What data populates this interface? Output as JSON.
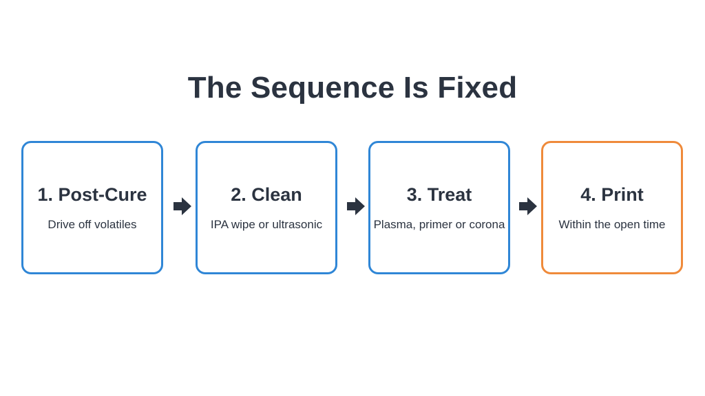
{
  "title": "The Sequence Is Fixed",
  "steps": [
    {
      "title": "1. Post-Cure",
      "description": "Drive off volatiles"
    },
    {
      "title": "2. Clean",
      "description": "IPA wipe or ultrasonic"
    },
    {
      "title": "3. Treat",
      "description": "Plasma, primer or corona"
    },
    {
      "title": "4. Print",
      "description": "Within the open time"
    }
  ],
  "colors": {
    "step_border": "#2f86d6",
    "final_step_border": "#ef8a3a",
    "text": "#2b3340",
    "arrow": "#2b3340"
  },
  "icons": {
    "connector": "arrow-right-icon"
  }
}
